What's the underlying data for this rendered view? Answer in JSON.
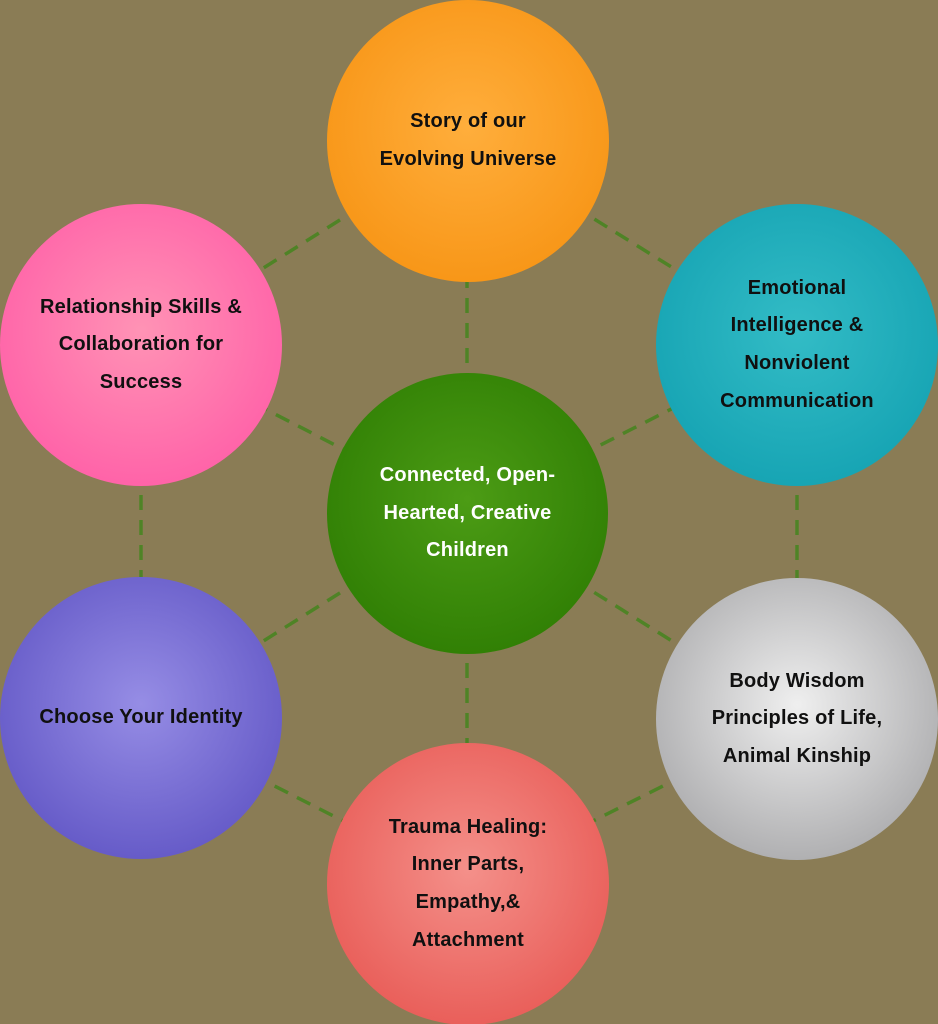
{
  "diagram": {
    "background_color": "#8a7c55",
    "connector_color": "#4f8326",
    "center_node": {
      "label": "Connected, Open-\nHearted, Creative\nChildren",
      "color_center": "#4c9c15",
      "color_edge": "#2e7d03",
      "text_color": "#ffffff"
    },
    "nodes": [
      {
        "id": "evolving-universe",
        "label": "Story of our\nEvolving Universe",
        "color_center": "#ffae3c",
        "color_edge": "#f79414",
        "text_color": "#101010"
      },
      {
        "id": "relationship-skills",
        "label": "Relationship Skills &\nCollaboration for\nSuccess",
        "color_center": "#ff93b5",
        "color_edge": "#ff5ea7",
        "text_color": "#101010"
      },
      {
        "id": "emotional-intelligence",
        "label": "Emotional\nIntelligence &\nNonviolent\nCommunication",
        "color_center": "#33bcc6",
        "color_edge": "#14a2b2",
        "text_color": "#101010"
      },
      {
        "id": "choose-identity",
        "label": "Choose Your Identity",
        "color_center": "#968de5",
        "color_edge": "#6156c5",
        "text_color": "#101010"
      },
      {
        "id": "body-wisdom",
        "label": "Body Wisdom\nPrinciples of Life,\nAnimal Kinship",
        "color_center": "#efefef",
        "color_edge": "#a9a9ab",
        "text_color": "#101010"
      },
      {
        "id": "trauma-healing",
        "label": "Trauma Healing:\nInner Parts,\nEmpathy,&\nAttachment",
        "color_center": "#f4908a",
        "color_edge": "#e85a55",
        "text_color": "#101010"
      }
    ]
  }
}
